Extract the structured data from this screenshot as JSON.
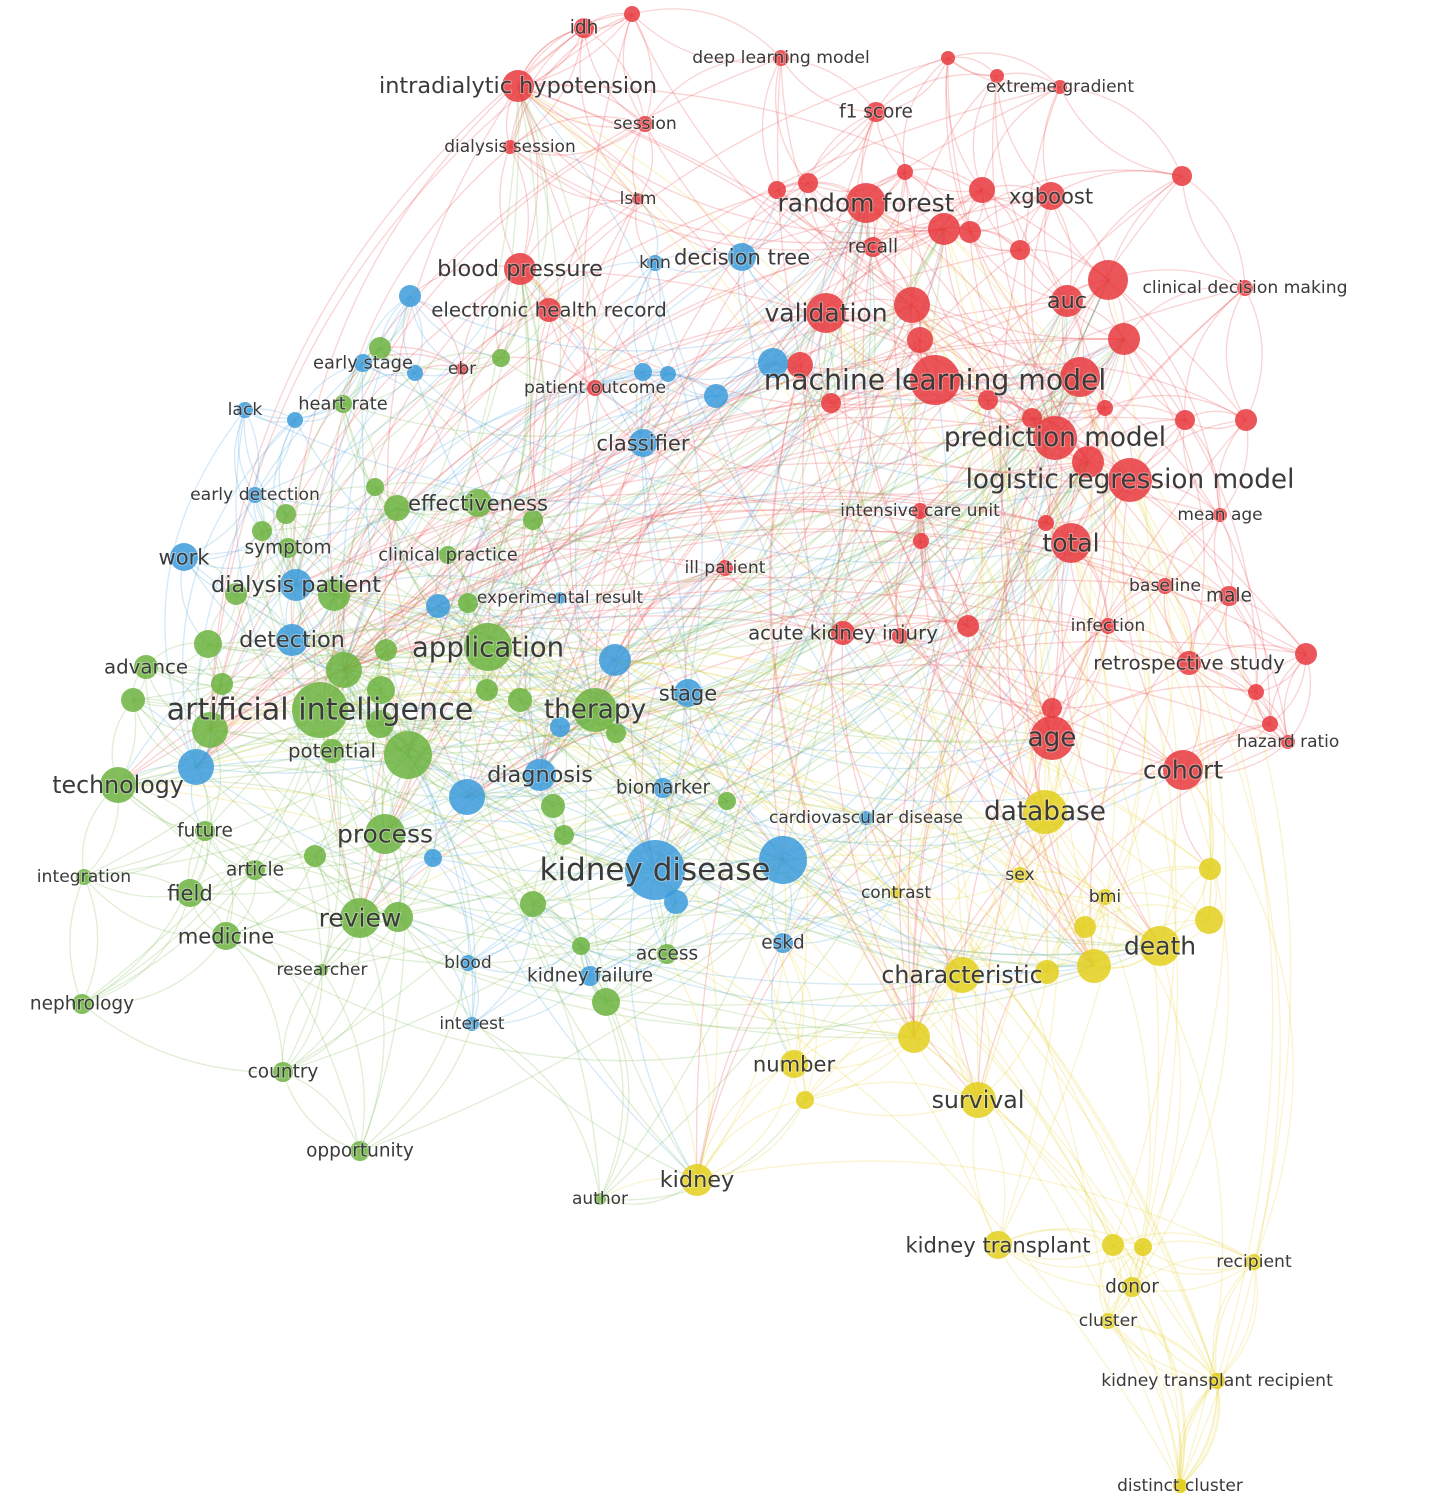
{
  "clusters": [
    {
      "id": "red",
      "color": "#e8383d"
    },
    {
      "id": "blue",
      "color": "#3b9bdb"
    },
    {
      "id": "green",
      "color": "#6cb33f"
    },
    {
      "id": "yellow",
      "color": "#e3cf1b"
    }
  ],
  "nodes": [
    {
      "label": "idh",
      "cluster": "red",
      "weight": 10
    },
    {
      "label": "intradialytic hypotension",
      "cluster": "red",
      "weight": 16
    },
    {
      "label": "deep learning model",
      "cluster": "red",
      "weight": 8
    },
    {
      "label": "extreme gradient",
      "cluster": "red",
      "weight": 7
    },
    {
      "label": "f1 score",
      "cluster": "red",
      "weight": 10
    },
    {
      "label": "session",
      "cluster": "red",
      "weight": 8
    },
    {
      "label": "dialysis session",
      "cluster": "red",
      "weight": 7
    },
    {
      "label": "lstm",
      "cluster": "red",
      "weight": 6
    },
    {
      "label": "random forest",
      "cluster": "red",
      "weight": 20
    },
    {
      "label": "xgboost",
      "cluster": "red",
      "weight": 14
    },
    {
      "label": "recall",
      "cluster": "red",
      "weight": 10
    },
    {
      "label": "blood pressure",
      "cluster": "red",
      "weight": 16
    },
    {
      "label": "electronic health record",
      "cluster": "red",
      "weight": 12
    },
    {
      "label": "validation",
      "cluster": "red",
      "weight": 20
    },
    {
      "label": "auc",
      "cluster": "red",
      "weight": 16
    },
    {
      "label": "clinical decision making",
      "cluster": "red",
      "weight": 8
    },
    {
      "label": "ebr",
      "cluster": "red",
      "weight": 6
    },
    {
      "label": "patient outcome",
      "cluster": "red",
      "weight": 8
    },
    {
      "label": "machine learning model",
      "cluster": "red",
      "weight": 25
    },
    {
      "label": "prediction model",
      "cluster": "red",
      "weight": 22
    },
    {
      "label": "logistic regression model",
      "cluster": "red",
      "weight": 22
    },
    {
      "label": "intensive care unit",
      "cluster": "red",
      "weight": 8
    },
    {
      "label": "mean age",
      "cluster": "red",
      "weight": 7
    },
    {
      "label": "total",
      "cluster": "red",
      "weight": 20
    },
    {
      "label": "ill patient",
      "cluster": "red",
      "weight": 8
    },
    {
      "label": "baseline",
      "cluster": "red",
      "weight": 8
    },
    {
      "label": "male",
      "cluster": "red",
      "weight": 10
    },
    {
      "label": "acute kidney injury",
      "cluster": "red",
      "weight": 12
    },
    {
      "label": "infection",
      "cluster": "red",
      "weight": 8
    },
    {
      "label": "retrospective study",
      "cluster": "red",
      "weight": 12
    },
    {
      "label": "hazard ratio",
      "cluster": "red",
      "weight": 7
    },
    {
      "label": "age",
      "cluster": "red",
      "weight": 22
    },
    {
      "label": "cohort",
      "cluster": "red",
      "weight": 20
    },
    {
      "label": "knn",
      "cluster": "blue",
      "weight": 8
    },
    {
      "label": "decision tree",
      "cluster": "blue",
      "weight": 14
    },
    {
      "label": "classifier",
      "cluster": "blue",
      "weight": 14
    },
    {
      "label": "lack",
      "cluster": "blue",
      "weight": 8
    },
    {
      "label": "early stage",
      "cluster": "blue",
      "weight": 9
    },
    {
      "label": "early detection",
      "cluster": "blue",
      "weight": 8
    },
    {
      "label": "work",
      "cluster": "blue",
      "weight": 14
    },
    {
      "label": "dialysis patient",
      "cluster": "blue",
      "weight": 16
    },
    {
      "label": "detection",
      "cluster": "blue",
      "weight": 16
    },
    {
      "label": "experimental result",
      "cluster": "blue",
      "weight": 6
    },
    {
      "label": "stage",
      "cluster": "blue",
      "weight": 14
    },
    {
      "label": "diagnosis",
      "cluster": "blue",
      "weight": 16
    },
    {
      "label": "biomarker",
      "cluster": "blue",
      "weight": 10
    },
    {
      "label": "cardiovascular disease",
      "cluster": "blue",
      "weight": 7
    },
    {
      "label": "kidney disease",
      "cluster": "blue",
      "weight": 30
    },
    {
      "label": "eskd",
      "cluster": "blue",
      "weight": 10
    },
    {
      "label": "blood",
      "cluster": "blue",
      "weight": 8
    },
    {
      "label": "kidney failure",
      "cluster": "blue",
      "weight": 10
    },
    {
      "label": "interest",
      "cluster": "blue",
      "weight": 7
    },
    {
      "label": "heart rate",
      "cluster": "green",
      "weight": 9
    },
    {
      "label": "symptom",
      "cluster": "green",
      "weight": 10
    },
    {
      "label": "effectiveness",
      "cluster": "green",
      "weight": 14
    },
    {
      "label": "clinical practice",
      "cluster": "green",
      "weight": 9
    },
    {
      "label": "application",
      "cluster": "green",
      "weight": 24
    },
    {
      "label": "advance",
      "cluster": "green",
      "weight": 12
    },
    {
      "label": "artificial intelligence",
      "cluster": "green",
      "weight": 28
    },
    {
      "label": "therapy",
      "cluster": "green",
      "weight": 22
    },
    {
      "label": "potential",
      "cluster": "green",
      "weight": 12
    },
    {
      "label": "technology",
      "cluster": "green",
      "weight": 18
    },
    {
      "label": "future",
      "cluster": "green",
      "weight": 10
    },
    {
      "label": "process",
      "cluster": "green",
      "weight": 20
    },
    {
      "label": "integration",
      "cluster": "green",
      "weight": 8
    },
    {
      "label": "article",
      "cluster": "green",
      "weight": 10
    },
    {
      "label": "field",
      "cluster": "green",
      "weight": 14
    },
    {
      "label": "review",
      "cluster": "green",
      "weight": 20
    },
    {
      "label": "medicine",
      "cluster": "green",
      "weight": 14
    },
    {
      "label": "researcher",
      "cluster": "green",
      "weight": 6
    },
    {
      "label": "nephrology",
      "cluster": "green",
      "weight": 10
    },
    {
      "label": "country",
      "cluster": "green",
      "weight": 10
    },
    {
      "label": "opportunity",
      "cluster": "green",
      "weight": 10
    },
    {
      "label": "author",
      "cluster": "green",
      "weight": 6
    },
    {
      "label": "access",
      "cluster": "green",
      "weight": 10
    },
    {
      "label": "database",
      "cluster": "yellow",
      "weight": 22
    },
    {
      "label": "contrast",
      "cluster": "yellow",
      "weight": 6
    },
    {
      "label": "sex",
      "cluster": "yellow",
      "weight": 8
    },
    {
      "label": "bmi",
      "cluster": "yellow",
      "weight": 8
    },
    {
      "label": "death",
      "cluster": "yellow",
      "weight": 20
    },
    {
      "label": "characteristic",
      "cluster": "yellow",
      "weight": 18
    },
    {
      "label": "number",
      "cluster": "yellow",
      "weight": 14
    },
    {
      "label": "survival",
      "cluster": "yellow",
      "weight": 18
    },
    {
      "label": "kidney",
      "cluster": "yellow",
      "weight": 16
    },
    {
      "label": "kidney transplant",
      "cluster": "yellow",
      "weight": 14
    },
    {
      "label": "recipient",
      "cluster": "yellow",
      "weight": 8
    },
    {
      "label": "donor",
      "cluster": "yellow",
      "weight": 10
    },
    {
      "label": "cluster",
      "cluster": "yellow",
      "weight": 8
    },
    {
      "label": "kidney transplant recipient",
      "cluster": "yellow",
      "weight": 8
    },
    {
      "label": "distinct cluster",
      "cluster": "yellow",
      "weight": 7
    }
  ]
}
